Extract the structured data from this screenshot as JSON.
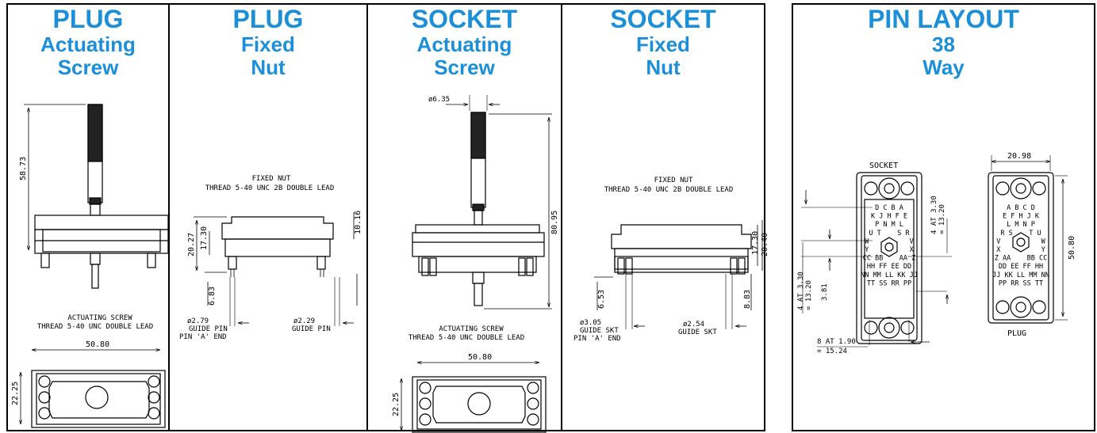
{
  "colors": {
    "title": "#1b8fd8",
    "line": "#000000"
  },
  "panels": {
    "plug_screw": {
      "title": [
        "PLUG",
        "Actuating",
        "Screw"
      ],
      "dims": {
        "height": "58.73",
        "width": "50.80",
        "depth": "22.25"
      },
      "note": [
        "ACTUATING SCREW",
        "THREAD 5-40 UNC DOUBLE LEAD"
      ]
    },
    "plug_nut": {
      "title": [
        "PLUG",
        "Fixed",
        "Nut"
      ],
      "note": [
        "FIXED NUT",
        "THREAD 5-40 UNC 2B DOUBLE LEAD"
      ],
      "dims": {
        "h1": "20.27",
        "h2": "17.30",
        "h3": "10.16",
        "pin": "6.83"
      },
      "guide_left": [
        "ø2.79",
        "GUIDE PIN",
        "PIN 'A' END"
      ],
      "guide_right": [
        "ø2.29",
        "GUIDE PIN"
      ]
    },
    "socket_screw": {
      "title": [
        "SOCKET",
        "Actuating",
        "Screw"
      ],
      "dims": {
        "dia": "ø6.35",
        "height": "80.95",
        "width": "50.80",
        "depth": "22.25"
      },
      "note": [
        "ACTUATING SCREW",
        "THREAD 5-40 UNC DOUBLE LEAD"
      ]
    },
    "socket_nut": {
      "title": [
        "SOCKET",
        "Fixed",
        "Nut"
      ],
      "note": [
        "FIXED NUT",
        "THREAD 5-40 UNC 2B DOUBLE LEAD"
      ],
      "dims": {
        "h1": "17.30",
        "h2": "20.40",
        "pin_l": "6.53",
        "pin_r": "8.83"
      },
      "guide_left": [
        "ø3.05",
        "GUIDE SKT",
        "PIN 'A' END"
      ],
      "guide_right": [
        "ø2.54",
        "GUIDE SKT"
      ]
    },
    "pin_layout": {
      "title": [
        "PIN LAYOUT",
        "38",
        "Way"
      ],
      "socket_label": "SOCKET",
      "plug_label": "PLUG",
      "dims": {
        "width": "20.98",
        "height": "50.80",
        "v_pitch": "4 AT 3.30",
        "v_total": "= 13.20",
        "left_pitch": "4 AT 3.30",
        "left_total": "= 13.20",
        "small": "3.81",
        "h_pitch": "8 AT 1.90",
        "h_total": "= 15.24"
      },
      "socket_rows": [
        "D C B A",
        "K J H F E",
        "P N M L",
        "U T    S R",
        "W          V",
        "Y          X",
        "CC BB    AA Z",
        "HH FF EE DD",
        "NN MM LL KK JJ",
        "TT SS RR PP"
      ],
      "plug_rows": [
        "A B C D",
        "E F H J K",
        "L M N P",
        "R S    T U",
        "V          W",
        "X          Y",
        "Z AA    BB CC",
        "DD EE FF HH",
        "JJ KK LL MM NN",
        "PP RR SS TT"
      ]
    }
  }
}
